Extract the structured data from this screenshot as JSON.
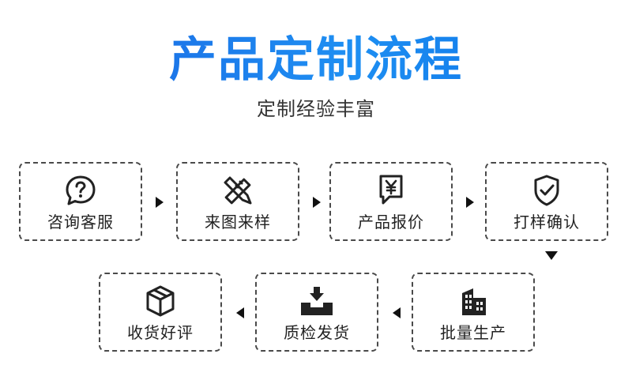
{
  "header": {
    "title": "产品定制流程",
    "subtitle": "定制经验丰富"
  },
  "steps": [
    {
      "label": "咨询客服",
      "icon": "question-bubble-icon"
    },
    {
      "label": "来图来样",
      "icon": "pencil-ruler-icon"
    },
    {
      "label": "产品报价",
      "icon": "yen-document-icon"
    },
    {
      "label": "打样确认",
      "icon": "shield-check-icon"
    },
    {
      "label": "批量生产",
      "icon": "factory-building-icon"
    },
    {
      "label": "质检发货",
      "icon": "inbox-download-icon"
    },
    {
      "label": "收货好评",
      "icon": "package-box-icon"
    }
  ],
  "colors": {
    "title_gradient_start": "#1a5fe0",
    "title_gradient_end": "#1e8ff2",
    "border": "#4a4a4a",
    "arrow": "#111111"
  }
}
